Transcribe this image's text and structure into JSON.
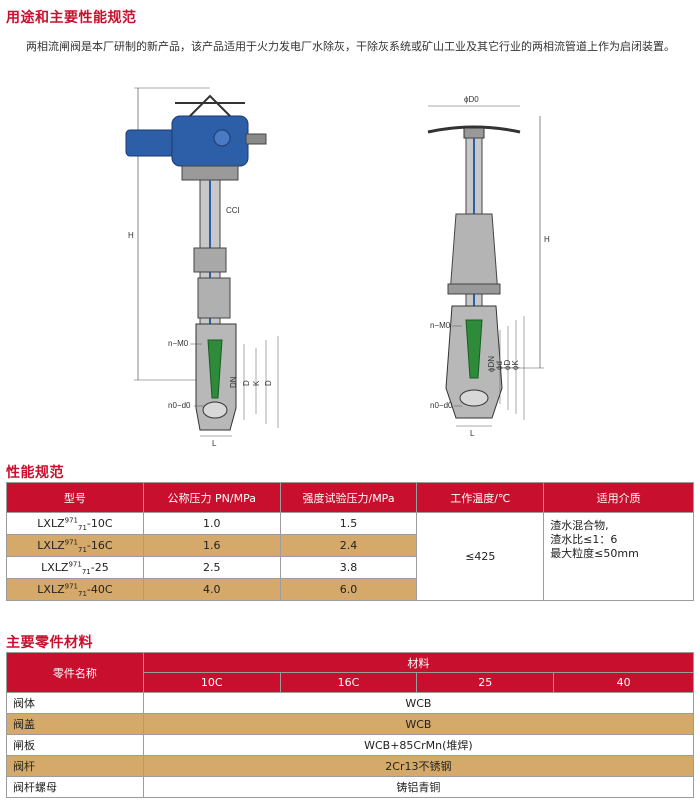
{
  "sections": {
    "usage_title": "用途和主要性能规范",
    "perf_title": "性能规范",
    "materials_title": "主要零件材料"
  },
  "intro": "两相流闸阀是本厂研制的新产品，该产品适用于火力发电厂水除灰，干除灰系统或矿山工业及其它行业的两相流管道上作为启闭装置。",
  "diagram_labels": {
    "H": "H",
    "CCI": "CCI",
    "nM0": "n−M0",
    "n0d0": "n0−d0",
    "L": "L",
    "DN": "DN",
    "D": "D",
    "K": "K",
    "D0": "ϕD0",
    "d": "ϕd",
    "DN2": "ϕDN",
    "D2": "ϕD",
    "K2": "ϕK"
  },
  "perf_table": {
    "headers": [
      "型号",
      "公称压力 PN/MPa",
      "强度试验压力/MPa",
      "工作温度/℃",
      "适用介质"
    ],
    "rows": [
      {
        "model_base": "LXLZ",
        "model_sup": "971",
        "model_sub": "71",
        "model_suffix": "-10C",
        "pn": "1.0",
        "test": "1.5"
      },
      {
        "model_base": "LXLZ",
        "model_sup": "971",
        "model_sub": "71",
        "model_suffix": "-16C",
        "pn": "1.6",
        "test": "2.4"
      },
      {
        "model_base": "LXLZ",
        "model_sup": "971",
        "model_sub": "71",
        "model_suffix": "-25",
        "pn": "2.5",
        "test": "3.8"
      },
      {
        "model_base": "LXLZ",
        "model_sup": "971",
        "model_sub": "71",
        "model_suffix": "-40C",
        "pn": "4.0",
        "test": "6.0"
      }
    ],
    "temp": "≤425",
    "medium": [
      "渣水混合物,",
      "渣水比≤1：6",
      "最大粒度≤50mm"
    ]
  },
  "materials_table": {
    "part_header": "零件名称",
    "material_header": "材料",
    "grades": [
      "10C",
      "16C",
      "25",
      "40"
    ],
    "rows": [
      {
        "part": "阀体",
        "material": "WCB"
      },
      {
        "part": "阀盖",
        "material": "WCB"
      },
      {
        "part": "闸板",
        "material": "WCB+85CrMn(堆焊)"
      },
      {
        "part": "阀杆",
        "material": "2Cr13不锈钢"
      },
      {
        "part": "阀杆螺母",
        "material": "铸铝青铜"
      }
    ]
  },
  "colors": {
    "accent": "#c8102e",
    "gold_row": "#d4a96a",
    "actuator_blue": "#2c5fa8",
    "wedge_green": "#2e8b3a"
  }
}
